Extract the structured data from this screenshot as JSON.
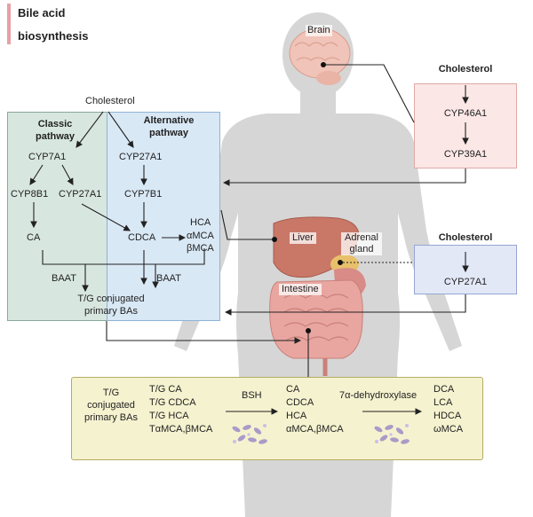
{
  "title": {
    "line1": "Bile acid",
    "line2": "biosynthesis",
    "accent_color": "#e8a0a6"
  },
  "colors": {
    "classic_box": "#d8e6e0",
    "classic_border": "#8aa89c",
    "alt_box": "#d9e8f5",
    "alt_border": "#8fb3d6",
    "brain_box": "#fbe7e6",
    "brain_border": "#e0a9a6",
    "adrenal_box": "#e3e8f7",
    "adrenal_border": "#98a5d2",
    "gut_box": "#f5f2cf",
    "gut_border": "#b5ab62",
    "silhouette": "#d4d4d4"
  },
  "brain_label": "Brain",
  "liver_label": "Liver",
  "adrenal_label": "Adrenal gland",
  "intestine_label": "Intestine",
  "brain_path": {
    "heading": "Cholesterol",
    "step1": "CYP46A1",
    "step2": "CYP39A1"
  },
  "adrenal_path": {
    "heading": "Cholesterol",
    "step1": "CYP27A1"
  },
  "liver_path": {
    "cholesterol": "Cholesterol",
    "classic": {
      "title_line1": "Classic",
      "title_line2": "pathway",
      "cyp7a1": "CYP7A1",
      "cyp8b1": "CYP8B1",
      "cyp27a1": "CYP27A1",
      "ca": "CA",
      "baat": "BAAT"
    },
    "alternative": {
      "title_line1": "Alternative",
      "title_line2": "pathway",
      "cyp27a1": "CYP27A1",
      "cyp7b1": "CYP7B1",
      "cdca": "CDCA",
      "hca": "HCA",
      "amca": "αMCA",
      "bmca": "βMCA",
      "baat": "BAAT"
    },
    "conjugated_line1": "T/G conjugated",
    "conjugated_line2": "primary BAs"
  },
  "gut": {
    "group1": [
      "T/G",
      "conjugated",
      "primary BAs"
    ],
    "group2": [
      "T/G CA",
      "T/G CDCA",
      "T/G HCA",
      "TαMCA,βMCA"
    ],
    "enzyme1": "BSH",
    "group3": [
      "CA",
      "CDCA",
      "HCA",
      "αMCA,βMCA"
    ],
    "enzyme2": "7α-dehydroxylase",
    "group4": [
      "DCA",
      "LCA",
      "HDCA",
      "ωMCA"
    ]
  }
}
